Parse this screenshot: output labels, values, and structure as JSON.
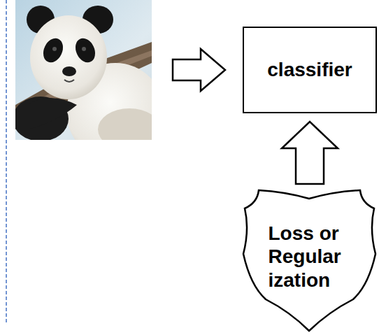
{
  "diagram": {
    "nodes": [
      {
        "text": [
          "classifier"
        ]
      },
      {
        "text": [
          "Loss or Regular ization"
        ]
      }
    ],
    "edges": [
      {
        "from": 1,
        "to": 0,
        "arrow": "to"
      }
    ]
  }
}
